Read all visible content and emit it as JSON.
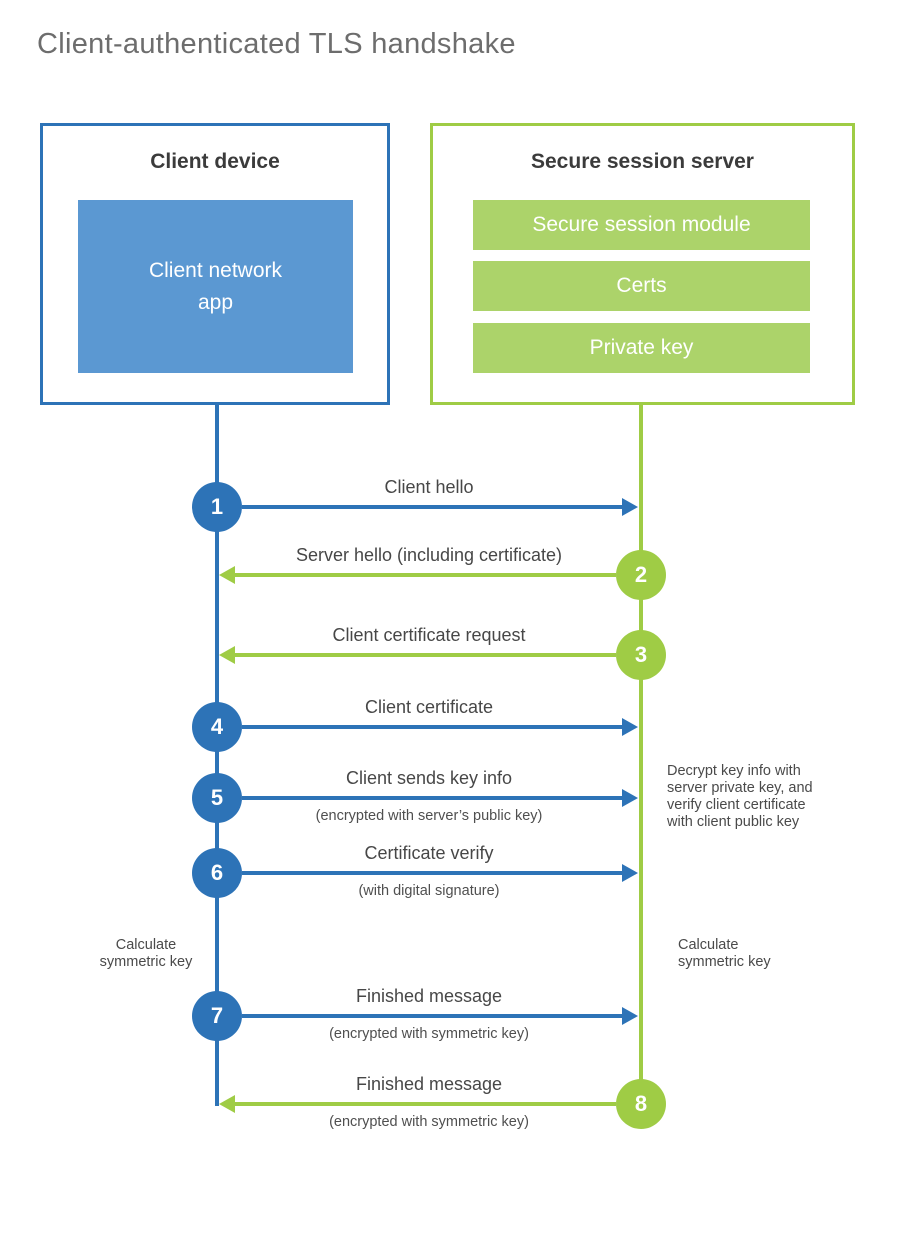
{
  "title": "Client-authenticated TLS handshake",
  "colors": {
    "client_blue": "#2d73b7",
    "client_fill_blue": "#5b98d2",
    "server_green": "#9fcc45",
    "server_fill_green": "#acd36a",
    "heading_text": "#3b3b3b",
    "label_text": "#474747"
  },
  "client": {
    "title": "Client device",
    "app_label": "Client network\napp"
  },
  "server": {
    "title": "Secure session server",
    "modules": [
      "Secure session module",
      "Certs",
      "Private key"
    ]
  },
  "messages": [
    {
      "num": "1",
      "label": "Client hello",
      "sublabel": "",
      "direction": "client-to-server"
    },
    {
      "num": "2",
      "label": "Server hello (including certificate)",
      "sublabel": "",
      "direction": "server-to-client"
    },
    {
      "num": "3",
      "label": "Client certificate request",
      "sublabel": "",
      "direction": "server-to-client"
    },
    {
      "num": "4",
      "label": "Client certificate",
      "sublabel": "",
      "direction": "client-to-server"
    },
    {
      "num": "5",
      "label": "Client sends key info",
      "sublabel": "(encrypted with server’s public key)",
      "direction": "client-to-server"
    },
    {
      "num": "6",
      "label": "Certificate verify",
      "sublabel": "(with digital signature)",
      "direction": "client-to-server"
    },
    {
      "num": "7",
      "label": "Finished message",
      "sublabel": "(encrypted with symmetric key)",
      "direction": "client-to-server"
    },
    {
      "num": "8",
      "label": "Finished message",
      "sublabel": "(encrypted with symmetric key)",
      "direction": "server-to-client"
    }
  ],
  "annotations": {
    "decrypt_note": "Decrypt key info with\nserver private key, and\nverify client certificate\nwith client public key",
    "calc_left": "Calculate\nsymmetric key",
    "calc_right": "Calculate\nsymmetric key"
  }
}
